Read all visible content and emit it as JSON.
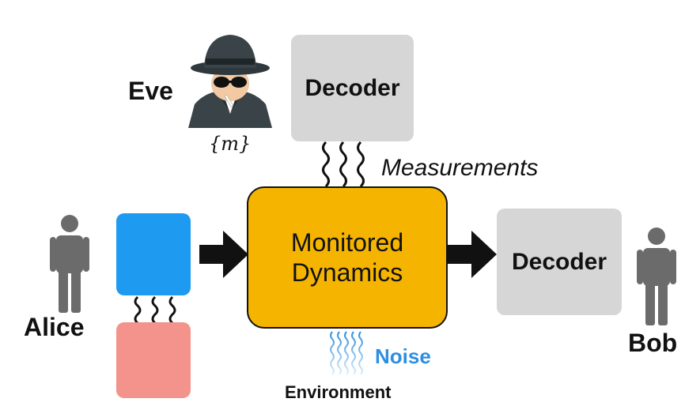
{
  "labels": {
    "eve": "Eve",
    "alice": "Alice",
    "bob": "Bob",
    "m_set": "{m}",
    "measurements": "Measurements",
    "noise": "Noise",
    "environment": "Environment"
  },
  "boxes": {
    "top_decoder": "Decoder",
    "right_decoder": "Decoder",
    "core_line1": "Monitored",
    "core_line2": "Dynamics"
  },
  "colors": {
    "core_fill": "#F5B400",
    "decoder_fill": "#D6D6D6",
    "alice_blue": "#1E9BF0",
    "alice_red": "#F4938C",
    "noise_blue": "#2E8FE0",
    "person_gray": "#6B6B6B",
    "arrow_black": "#111111"
  },
  "icons": {
    "eve": "spy-icon",
    "alice": "person-icon",
    "bob": "person-icon"
  }
}
